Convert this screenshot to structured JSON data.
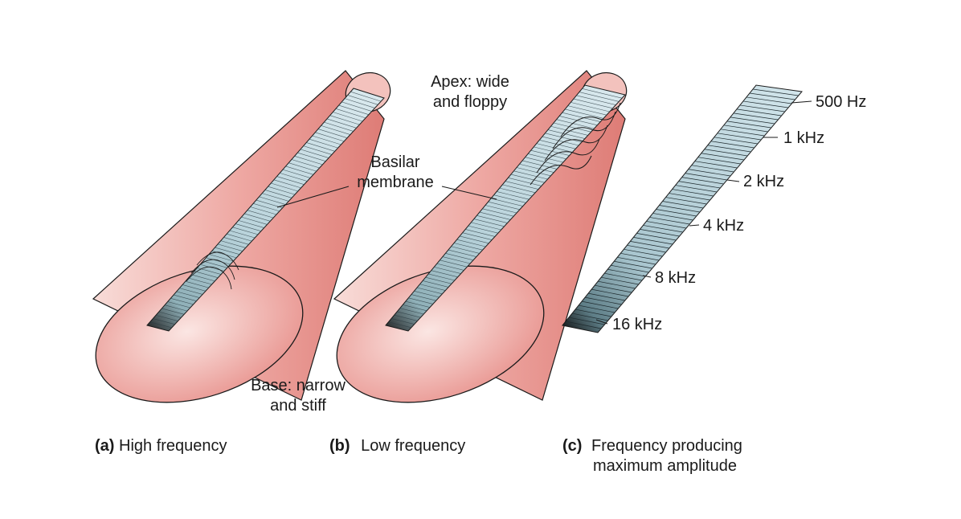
{
  "colors": {
    "cone_fill": "#e8938f",
    "cone_light": "#f7d4d0",
    "membrane_light": "#cfe3ea",
    "membrane_dark": "#1a1a1a",
    "line": "#1a1a1a"
  },
  "labels": {
    "apex_line1": "Apex: wide",
    "apex_line2": "and floppy",
    "basilar_line1": "Basilar",
    "basilar_line2": "membrane",
    "base_line1": "Base: narrow",
    "base_line2": "and stiff"
  },
  "panels": [
    {
      "letter": "(a)",
      "caption": "High frequency",
      "caption2": ""
    },
    {
      "letter": "(b)",
      "caption": "Low frequency",
      "caption2": ""
    },
    {
      "letter": "(c)",
      "caption": "Frequency producing",
      "caption2": "maximum amplitude"
    }
  ],
  "frequency_scale": [
    "500 Hz",
    "1 kHz",
    "2 kHz",
    "4 kHz",
    "8 kHz",
    "16 kHz"
  ]
}
